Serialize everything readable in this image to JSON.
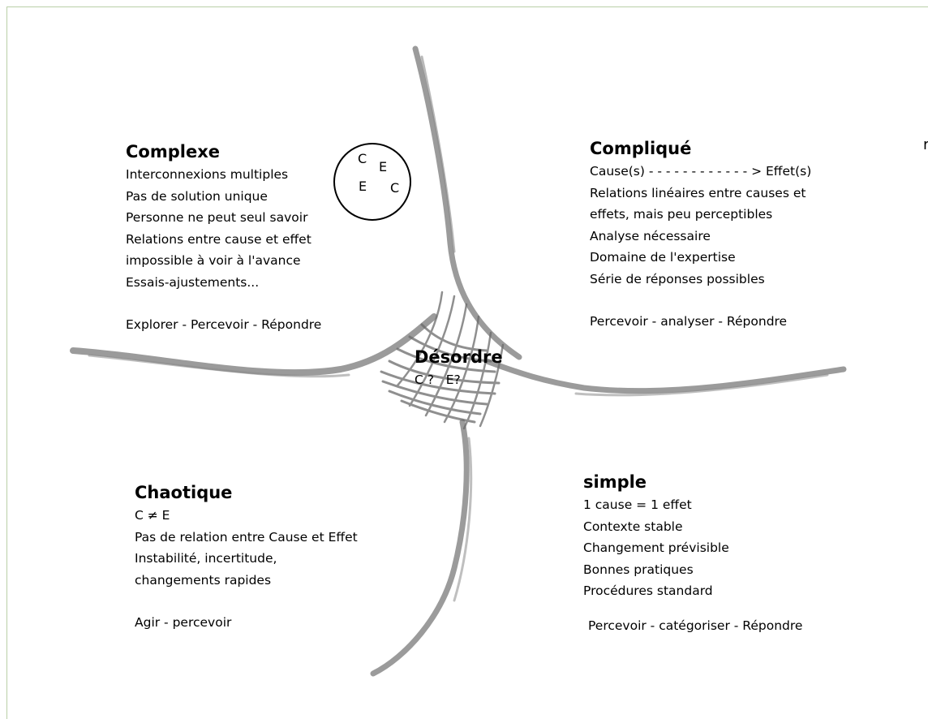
{
  "domains": {
    "complexe": {
      "title": "Complexe",
      "lines": [
        "Interconnexions multiples",
        "Pas de solution unique",
        "Personne ne peut seul savoir",
        "Relations entre cause et effet",
        "impossible à voir à l'avance",
        "Essais-ajustements..."
      ],
      "action": "Explorer - Percevoir - Répondre"
    },
    "complique": {
      "title": "Compliqué",
      "lines": [
        "Cause(s) - - - - - - - - - - - - > Effet(s)",
        "Relations linéaires entre causes et",
        "effets, mais peu perceptibles",
        "Analyse nécessaire",
        "Domaine de l'expertise",
        "Série de réponses possibles"
      ],
      "action": "Percevoir - analyser - Répondre"
    },
    "chaotique": {
      "title": "Chaotique",
      "lines": [
        "C ≠ E",
        "Pas de relation entre Cause et Effet",
        "Instabilité, incertitude,",
        "changements rapides"
      ],
      "action": "Agir - percevoir"
    },
    "simple": {
      "title": "simple",
      "lines": [
        "1 cause = 1 effet",
        "Contexte stable",
        "Changement prévisible",
        "Bonnes pratiques",
        "Procédures standard"
      ],
      "action": "Percevoir - catégoriser - Répondre"
    },
    "desordre": {
      "title": "Désordre",
      "subtitle": "C ?   E?"
    }
  },
  "circle_letters": [
    "C",
    "E",
    "E",
    "C"
  ],
  "edge_mark": "r",
  "colors": {
    "stroke": "#7d7d7d",
    "hatch": "#6a6a6a",
    "frame": "#b9cfa7"
  }
}
